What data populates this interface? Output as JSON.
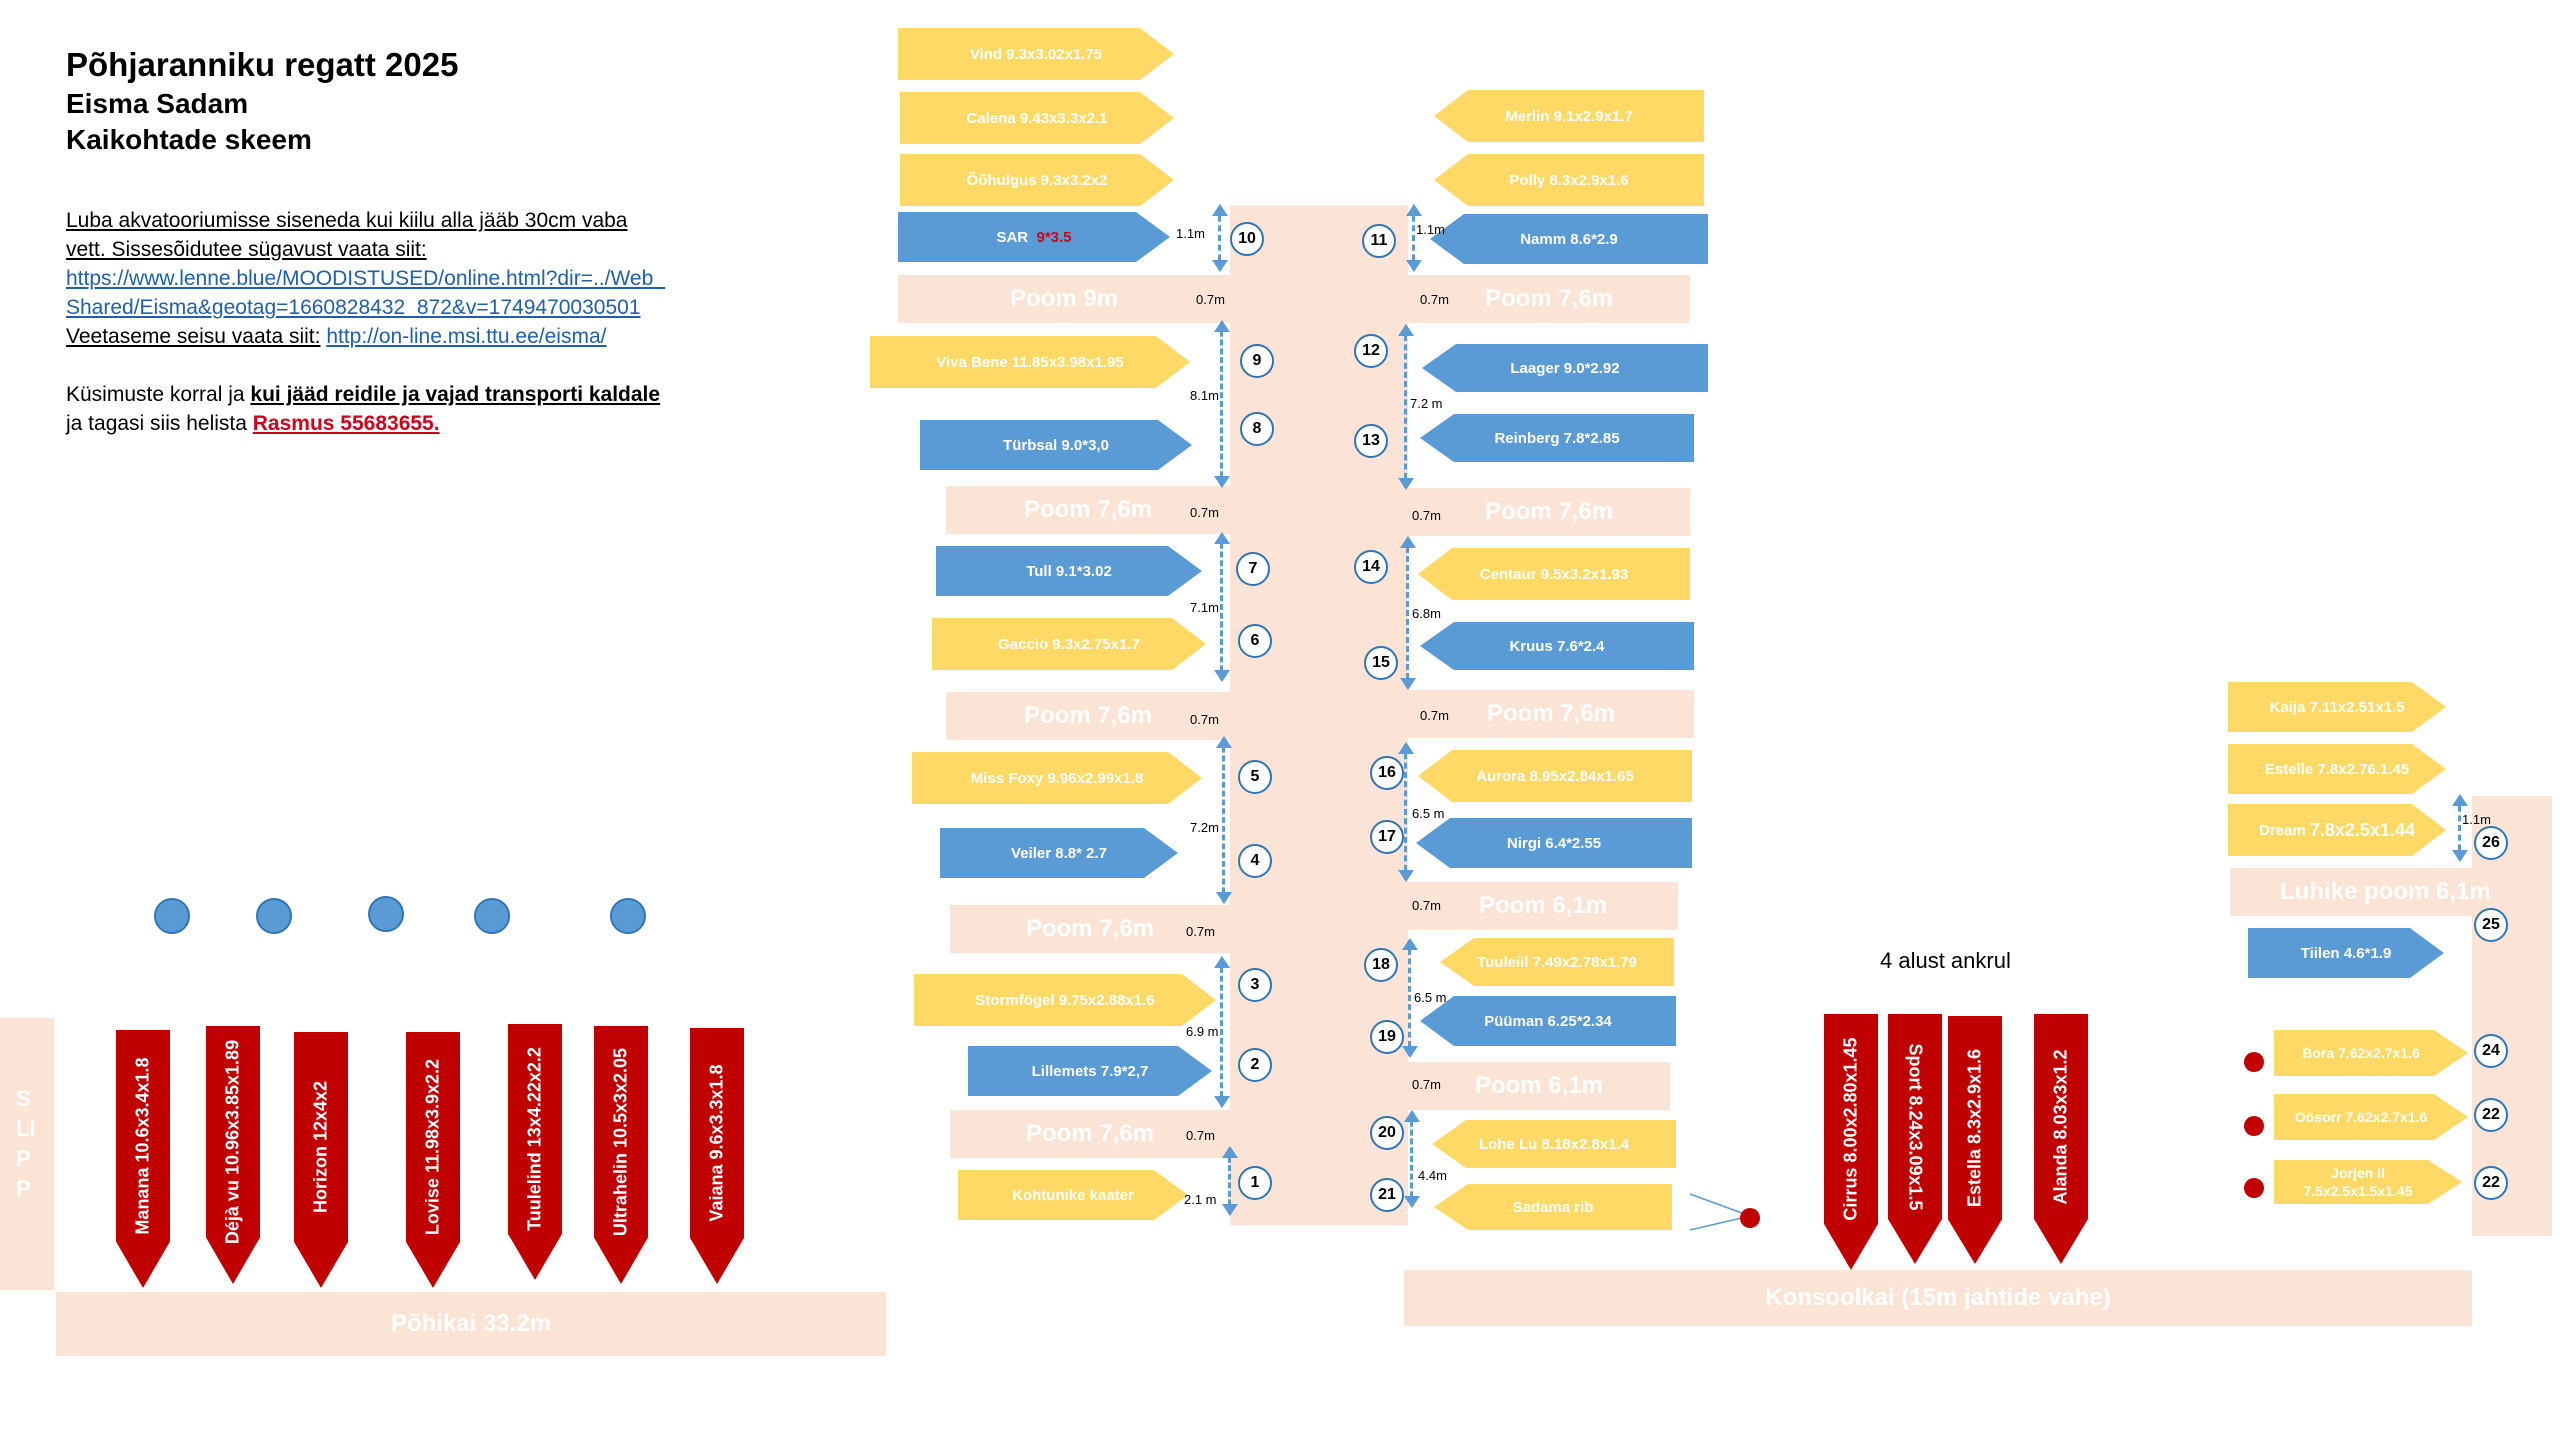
{
  "header": {
    "title": "Põhjaranniku regatt 2025",
    "subtitle1": "Eisma Sadam",
    "subtitle2": "Kaikohtade skeem"
  },
  "info": {
    "line1": "Luba akvatooriumisse siseneda kui kiilu alla jääb 30cm vaba vett. Sissesõidutee sügavust vaata siit:",
    "link1": "https://www.lenne.blue/MOODISTUSED/online.html?dir=../Web_Shared/Eisma&geotag=1660828432_872&v=1749470030501",
    "line2": "Veetaseme seisu vaata siit:",
    "link2": "http://on-line.msi.ttu.ee/eisma/",
    "line3a": "Küsimuste korral ja",
    "line3b": "kui jääd reidile ja vajad transporti kaldale",
    "line3c": "ja tagasi siis helista",
    "phone": "Rasmus 55683655."
  },
  "piers": {
    "poom9": "Poom 9m",
    "poom76": "Poom 7,6m",
    "poom61": "Poom 6,1m",
    "luhike": "Luhike poom 6,1m",
    "pohikai": "Põhikai 33.2m",
    "konsoolkai": "Konsoolkai (15m jahtide vahe)",
    "slip": "SLIPP",
    "gap07": "0.7m"
  },
  "boats_left": [
    {
      "name": "Vind 9.3x3.02x1.75"
    },
    {
      "name": "Calena 9.43x3.3x2.1"
    },
    {
      "name": "Õõhulgus 9.3x3.2x2"
    },
    {
      "name": "SAR",
      "extra": "9*3.5"
    },
    {
      "name": "Viva Bene 11.85x3.98x1.95"
    },
    {
      "name": "Türbsal 9.0*3,0"
    },
    {
      "name": "Tull 9.1*3.02"
    },
    {
      "name": "Gaccio 9.3x2.75x1.7"
    },
    {
      "name": "Miss Foxy 9.96x2.99x1.8"
    },
    {
      "name": "Veiler 8.8* 2.7"
    },
    {
      "name": "Stormfögel 9.75x2.88x1.6"
    },
    {
      "name": "Lillemets 7.9*2,7"
    },
    {
      "name": "Kohtunike kaater"
    }
  ],
  "boats_right": [
    {
      "name": "Merlin 9.1x2.9x1.7"
    },
    {
      "name": "Polly 8.3x2.9x1.6"
    },
    {
      "name": "Namm 8.6*2.9"
    },
    {
      "name": "Laager 9.0*2.92"
    },
    {
      "name": "Reinberg 7.8*2.85"
    },
    {
      "name": "Centaur 9.5x3.2x1.93"
    },
    {
      "name": "Kruus 7.6*2.4"
    },
    {
      "name": "Aurora 8.95x2.84x1.65"
    },
    {
      "name": "Nirgi 6.4*2.55"
    },
    {
      "name": "Tuuleiil 7.49x2.78x1.79"
    },
    {
      "name": "Püüman 6.25*2.34"
    },
    {
      "name": "Lohe Lu 8.18x2.8x1.4"
    },
    {
      "name": "Sadama rib"
    }
  ],
  "boats_far": [
    {
      "name": "Kaija 7.11x2.51x1.5"
    },
    {
      "name": "Estelle 7.8x2.76.1.45"
    },
    {
      "name": "Dream",
      "extra": "7.8x2.5x1.44"
    },
    {
      "name": "Tiilen 4.6*1.9"
    },
    {
      "name": "Bora 7.62x2.7x1.6"
    },
    {
      "name": "Oösorr 7.62x2.7x1.6"
    },
    {
      "name": "Jorjen II 7.5x2.5x1.5x1.45"
    }
  ],
  "boats_main": [
    "Manana 10.6x3.4x1.8",
    "Déjà vu 10.96x3.85x1.89",
    "Horizon 12x4x2",
    "Lovise 11.98x3.9x2.2",
    "Tuulelind 13x4.22x2.2",
    "Ultrahelin 10.5x3x2.05",
    "Vaiana 9.6x3.3x1.8"
  ],
  "boats_konsool": [
    "Cirrus 8.00x2.80x1.45",
    "Sport 8.24x3.09x1.5",
    "Estella 8.3x2.9x1.6",
    "Alanda 8.03x3x1.2"
  ],
  "anchor_label": "4 alust ankrul",
  "berths": [
    "1",
    "2",
    "3",
    "4",
    "5",
    "6",
    "7",
    "8",
    "9",
    "10",
    "11",
    "12",
    "13",
    "14",
    "15",
    "16",
    "17",
    "18",
    "19",
    "20",
    "21",
    "22",
    "22",
    "24",
    "25",
    "26"
  ],
  "gaps": [
    "1.1m",
    "1.1m",
    "8.1m",
    "7.2 m",
    "7.1m",
    "6.8m",
    "7.2m",
    "6.5 m",
    "6.9 m",
    "6.5 m",
    "2.1 m",
    "4.4m",
    "1.1m"
  ],
  "colors": {
    "pier": "#fbe3d6",
    "yellow": "#ffd966",
    "blue": "#5b9bd5",
    "red": "#c00000",
    "accent_red": "#d0021b"
  }
}
